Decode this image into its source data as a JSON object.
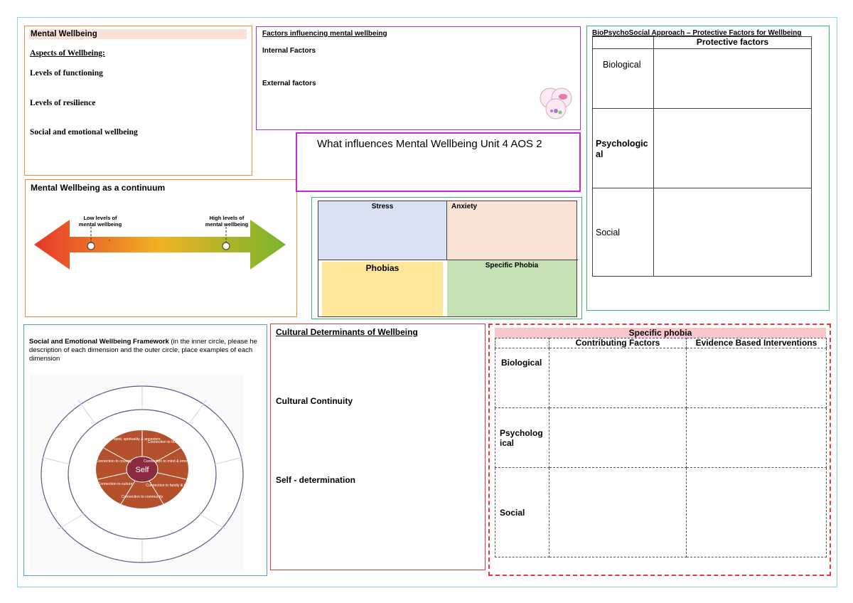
{
  "mental_wellbeing": {
    "title": "Mental Wellbeing",
    "aspects_heading": "Aspects of Wellbeing:",
    "item_1": "Levels of functioning",
    "item_2": "Levels of resilience",
    "item_3": "Social and emotional wellbeing"
  },
  "continuum": {
    "title": "Mental Wellbeing as a continuum",
    "low_label_line1": "Low levels of",
    "low_label_line2": "mental wellbeing",
    "high_label_line1": "High levels of",
    "high_label_line2": "mental wellbeing",
    "colors": {
      "low": "#e8362b",
      "mid": "#f0b323",
      "high": "#78b52d"
    }
  },
  "factors": {
    "title": "Factors influencing mental wellbeing",
    "internal": "Internal Factors",
    "external": "External factors"
  },
  "main_title": "What influences Mental Wellbeing Unit 4 AOS 2",
  "grid": {
    "stress": "Stress",
    "anxiety": "Anxiety",
    "phobias": "Phobias",
    "specific_phobia": "Specific Phobia",
    "colors": {
      "stress": "#d9e2f2",
      "anxiety": "#fbe2d6",
      "phobias": "#ffe699",
      "specific": "#c5e0b3"
    }
  },
  "biopsychosocial": {
    "title": "BioPsychoSocial Approach – Protective Factors for Wellbeing",
    "column_header": "Protective factors",
    "rows": [
      "Biological",
      "Psychologic al",
      "Social"
    ]
  },
  "sewb": {
    "title_bold": "Social and Emotional Wellbeing Framework",
    "title_rest": " (in the inner circle, please he description of each dimension and the outer circle, place examples of each dimension",
    "center": "Self",
    "segments": [
      "Connection to spirit, spirituality & ancestors",
      "Connection to body",
      "Connection to mind & emotions",
      "Connection to family & kinship",
      "Connection to community",
      "Connection to culture",
      "Connection to country"
    ],
    "colors": {
      "segment": "#b5502c",
      "center": "#8a2b3f"
    }
  },
  "cultural": {
    "title": "Cultural Determinants of Wellbeing",
    "item_1": "Cultural Continuity",
    "item_2": "Self - determination"
  },
  "specific_phobia": {
    "title": "Specific phobia",
    "col_1": "Contributing Factors",
    "col_2": "Evidence Based Interventions",
    "rows": [
      "Biological",
      "Psycholog ical",
      "Social"
    ]
  }
}
